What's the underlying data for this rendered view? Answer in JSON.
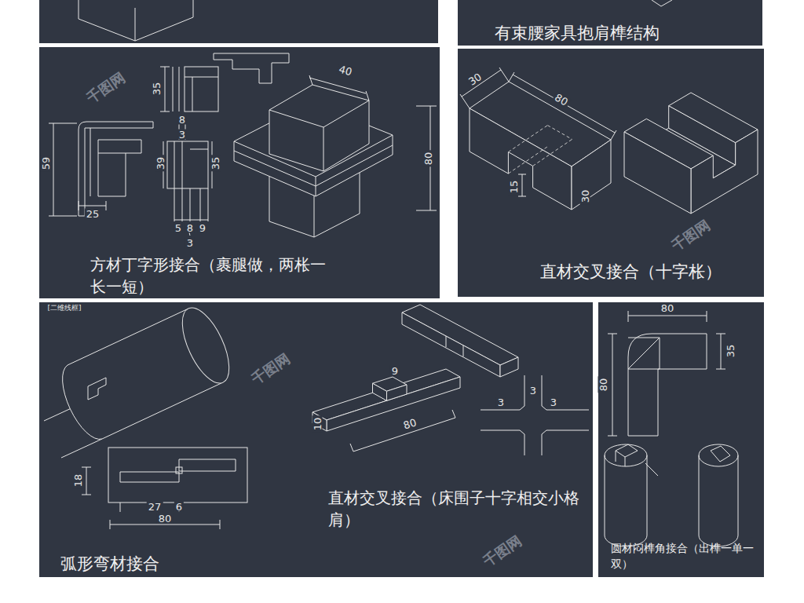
{
  "diagram": {
    "nodes": [
      {
        "text": [
          "有束腰家具抱肩榫结构"
        ]
      },
      {
        "text": [
          "方材丁字形接合（裹腿做，两枨一长一短）"
        ]
      },
      {
        "text": [
          "直材交叉接合（十字枨）"
        ]
      },
      {
        "text": [
          "弧形弯材接合",
          "直材交叉接合（床围子十字相交小格肩）"
        ]
      },
      {
        "text": [
          "圆材闷榫角接合（出榫一单一双）"
        ]
      }
    ],
    "labels": [
      "35",
      "8",
      "3",
      "59",
      "39",
      "35",
      "25",
      "5",
      "8",
      "9",
      "3",
      "40",
      "80",
      "30",
      "80",
      "15",
      "30",
      "[二维线框]",
      "18",
      "27",
      "6",
      "80",
      "9",
      "10",
      "80",
      "3",
      "3",
      "3",
      "80",
      "35",
      "80",
      "千图网",
      "千图网",
      "千图网",
      "千图网"
    ]
  }
}
